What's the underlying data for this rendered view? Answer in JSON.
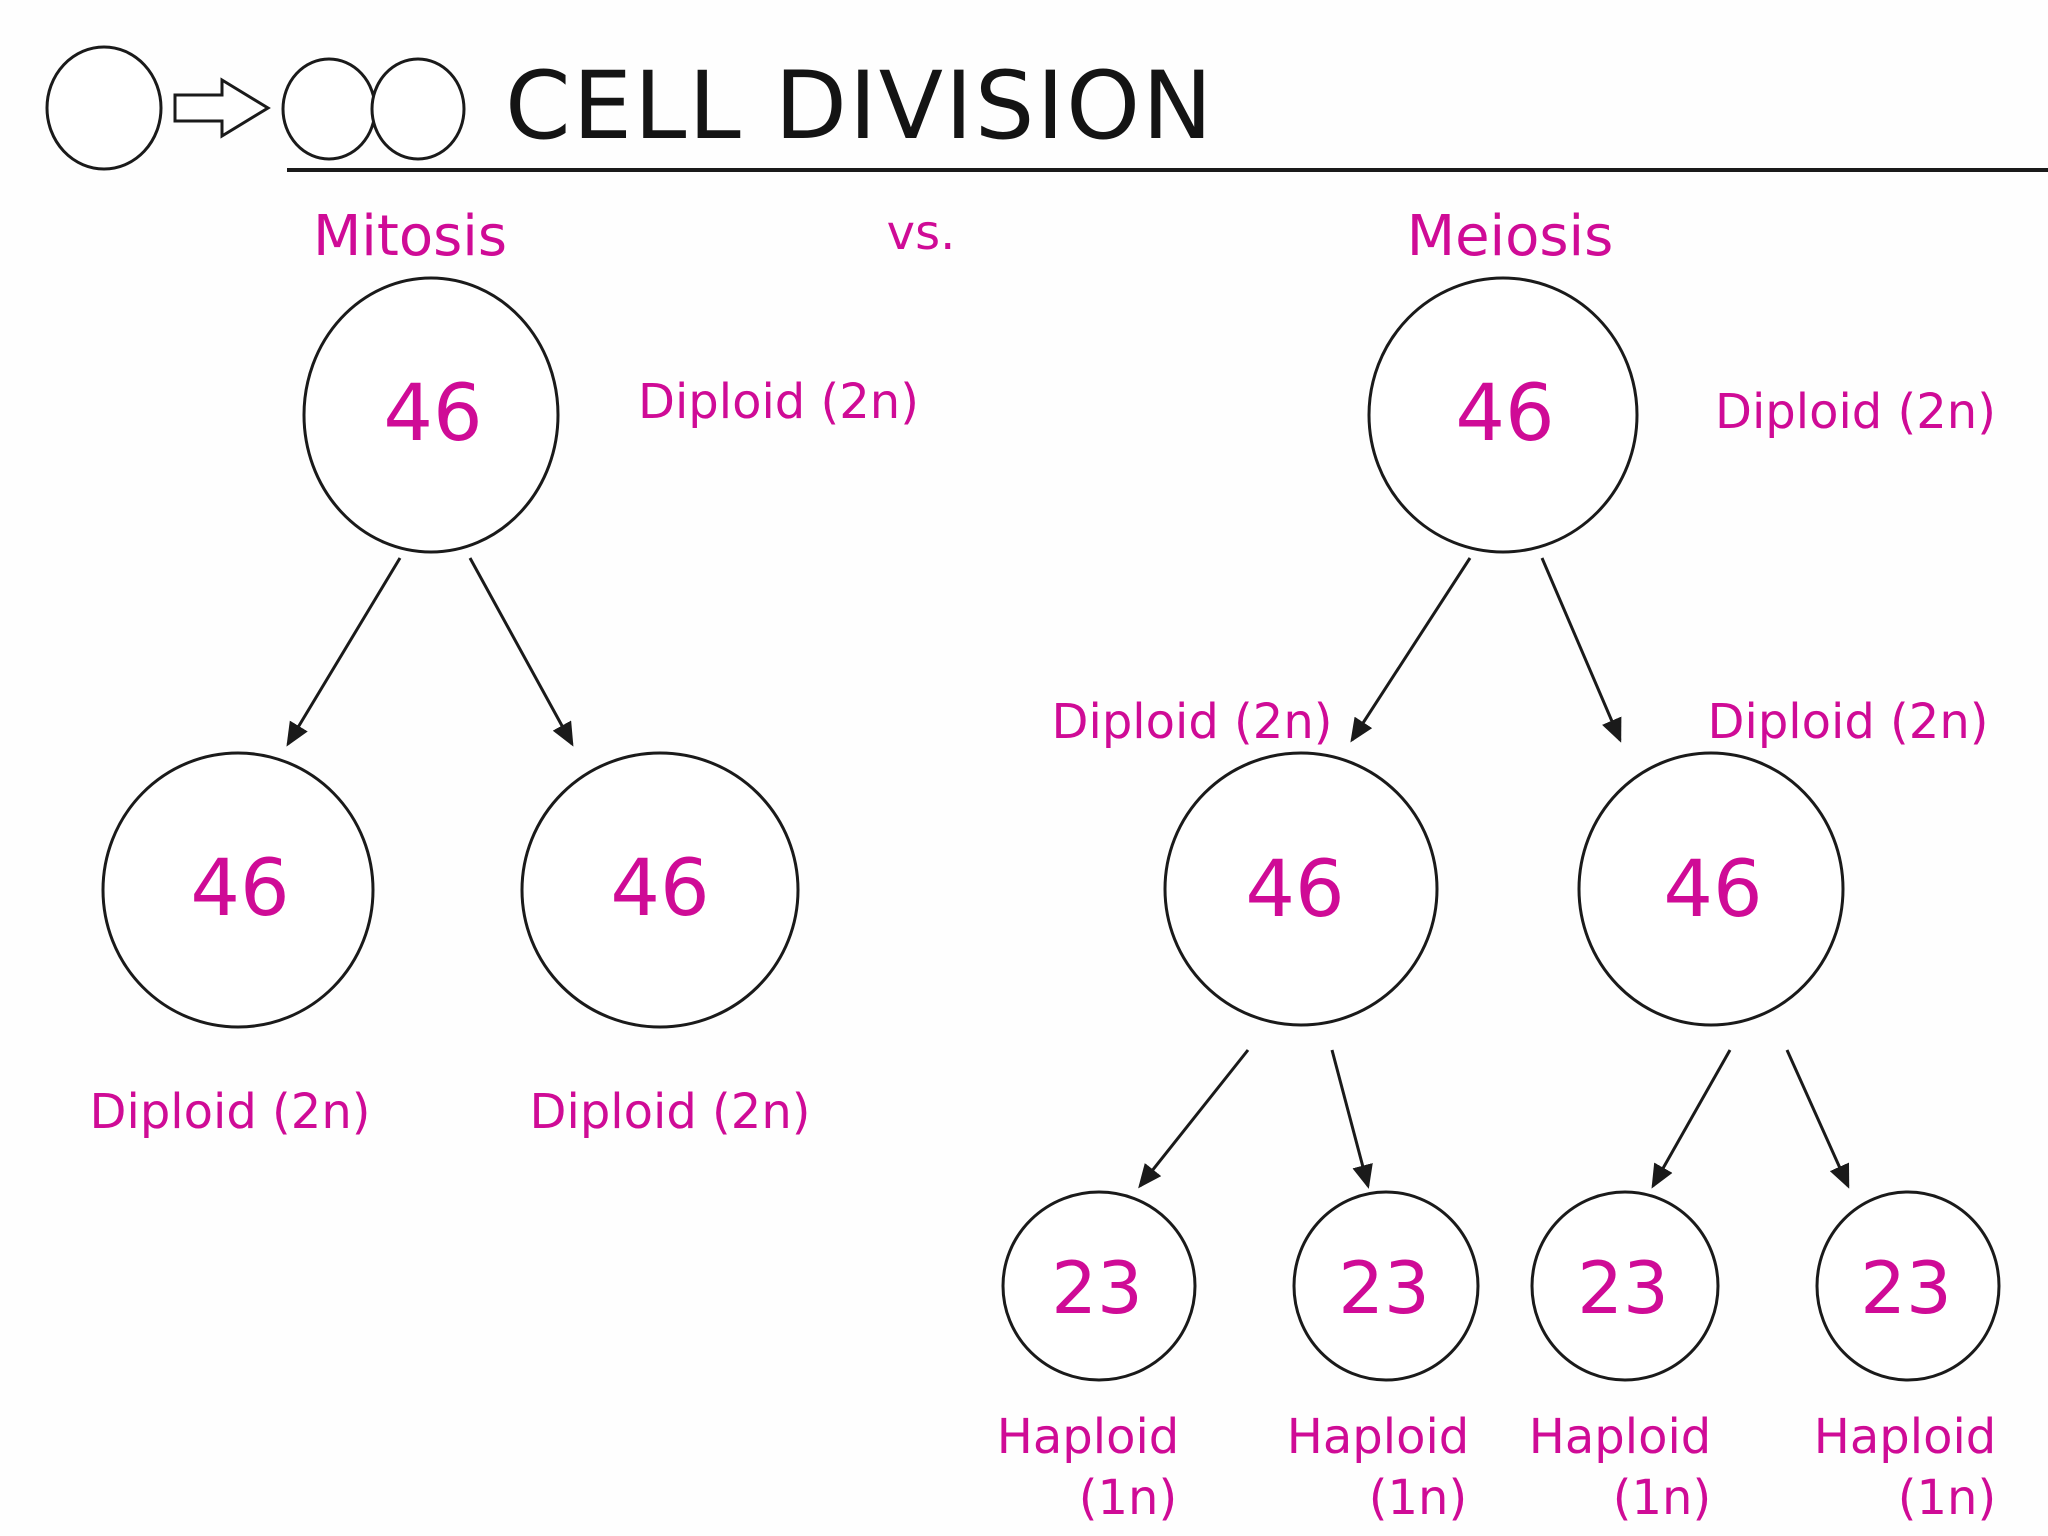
{
  "colors": {
    "accent": "#cf0b96",
    "ink": "#141414"
  },
  "header": {
    "title": "CELL DIVISION"
  },
  "comparison": {
    "left": "Mitosis",
    "separator": "vs.",
    "right": "Meiosis"
  },
  "mitosis": {
    "parent": {
      "value": "46",
      "side_label": "Diploid (2n)"
    },
    "children": [
      {
        "value": "46",
        "label": "Diploid (2n)"
      },
      {
        "value": "46",
        "label": "Diploid (2n)"
      }
    ]
  },
  "meiosis": {
    "parent": {
      "value": "46",
      "side_label": "Diploid (2n)"
    },
    "children": [
      {
        "value": "46",
        "label": "Diploid (2n)"
      },
      {
        "value": "46",
        "label": "Diploid (2n)"
      }
    ],
    "grandchildren": [
      {
        "value": "23",
        "label": "Haploid",
        "sublabel": "(1n)"
      },
      {
        "value": "23",
        "label": "Haploid",
        "sublabel": "(1n)"
      },
      {
        "value": "23",
        "label": "Haploid",
        "sublabel": "(1n)"
      },
      {
        "value": "23",
        "label": "Haploid",
        "sublabel": "(1n)"
      }
    ]
  }
}
